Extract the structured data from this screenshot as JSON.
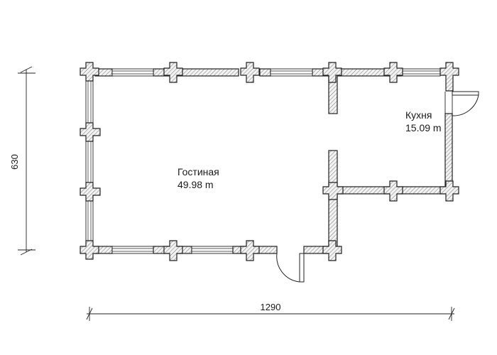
{
  "rooms": {
    "living": {
      "name": "Гостиная",
      "area": "49.98 m"
    },
    "kitchen": {
      "name": "Кухня",
      "area": "15.09 m"
    }
  },
  "dimensions": {
    "width": "1290",
    "height": "630"
  }
}
